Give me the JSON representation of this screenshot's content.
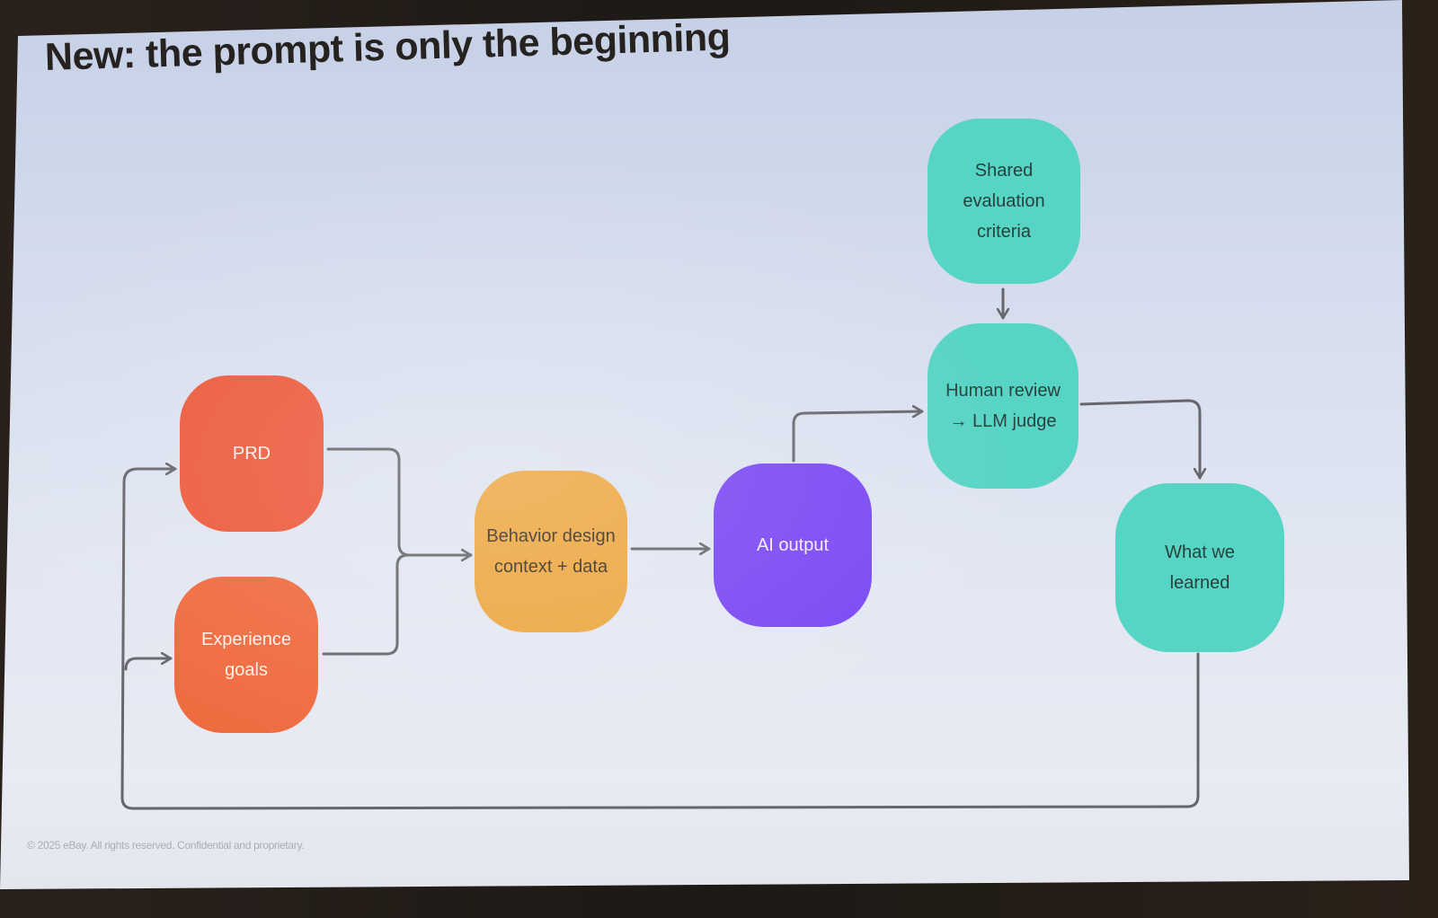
{
  "slide": {
    "title": "New: the prompt is only the beginning",
    "footer": "© 2025 eBay. All rights reserved. Confidential and proprietary."
  },
  "colors": {
    "prd": "#ec5a3c",
    "experience_goals": "#ef6a3e",
    "behavior_design": "#eda742",
    "ai_output": "#7b48f4",
    "teal": "#56d4c4",
    "arrow": "#66666c"
  },
  "nodes": {
    "prd": {
      "lines": [
        "PRD"
      ]
    },
    "experience_goals": {
      "lines": [
        "Experience",
        "goals"
      ]
    },
    "behavior_design": {
      "lines": [
        "Behavior design",
        "context + data"
      ]
    },
    "ai_output": {
      "lines": [
        "AI output"
      ]
    },
    "shared_eval": {
      "lines": [
        "Shared",
        "evaluation",
        "criteria"
      ]
    },
    "human_review": {
      "lines": [
        "Human review",
        "→ LLM judge"
      ]
    },
    "what_we_learned": {
      "lines": [
        "What we",
        "learned"
      ]
    }
  }
}
